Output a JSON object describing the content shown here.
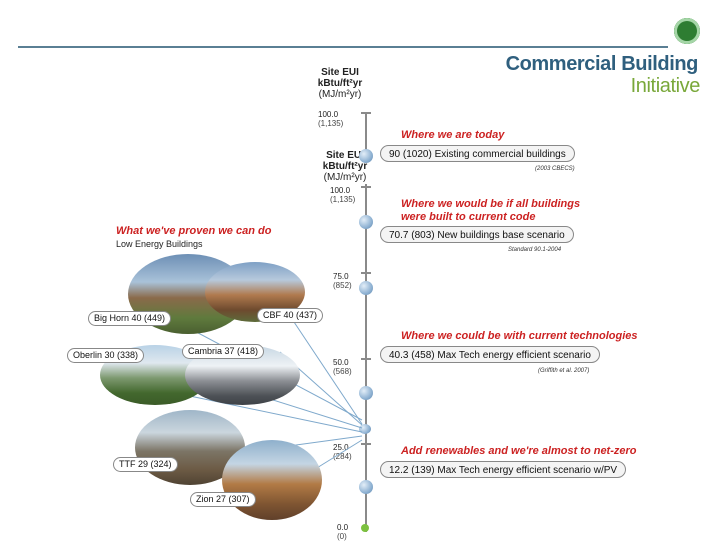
{
  "logo": {
    "line1": "Commercial Building",
    "line2": "Initiative",
    "seal_icon": "doe-seal-icon"
  },
  "axis": {
    "title_top": {
      "l1": "Site EUI",
      "l2": "kBtu/ft²yr",
      "l3": "(MJ/m²yr)"
    },
    "tick_top": {
      "value": "100.0",
      "sub": "(1,135)"
    },
    "title": {
      "l1": "Site EUI",
      "l2": "kBtu/ft²yr",
      "l3": "(MJ/m²yr)"
    },
    "ticks": [
      {
        "value": "100.0",
        "sub": "(1,135)"
      },
      {
        "value": "75.0",
        "sub": "(852)"
      },
      {
        "value": "50.0",
        "sub": "(568)"
      },
      {
        "value": "25.0",
        "sub": "(284)"
      },
      {
        "value": "0.0",
        "sub": "(0)"
      }
    ]
  },
  "scenarios": [
    {
      "heading": "Where we are today",
      "box": "90 (1020) Existing commercial buildings",
      "source": "(2003 CBECS)"
    },
    {
      "heading": "Where we would be if all buildings were built to current code",
      "box": "70.7 (803) New buildings base scenario",
      "source": "Standard 90.1-2004"
    },
    {
      "heading": "Where we could be with current technologies",
      "box": "40.3 (458) Max Tech energy efficient scenario",
      "source": "(Griffith et al. 2007)"
    },
    {
      "heading": "Add renewables and we're almost to net-zero",
      "box": "12.2 (139) Max Tech energy efficient scenario w/PV",
      "source": ""
    }
  ],
  "proven": {
    "heading": "What we've proven we can do",
    "sub": "Low Energy Buildings"
  },
  "buildings": [
    {
      "label": "Big Horn 40 (449)"
    },
    {
      "label": "CBF 40 (437)"
    },
    {
      "label": "Oberlin 30 (338)"
    },
    {
      "label": "Cambria 37 (418)"
    },
    {
      "label": "TTF 29 (324)"
    },
    {
      "label": "Zion 27 (307)"
    }
  ],
  "colors": {
    "heading_red": "#cc2222",
    "logo_blue": "#2f5f7e",
    "logo_green": "#79a83a",
    "rule": "#5a7f94"
  }
}
